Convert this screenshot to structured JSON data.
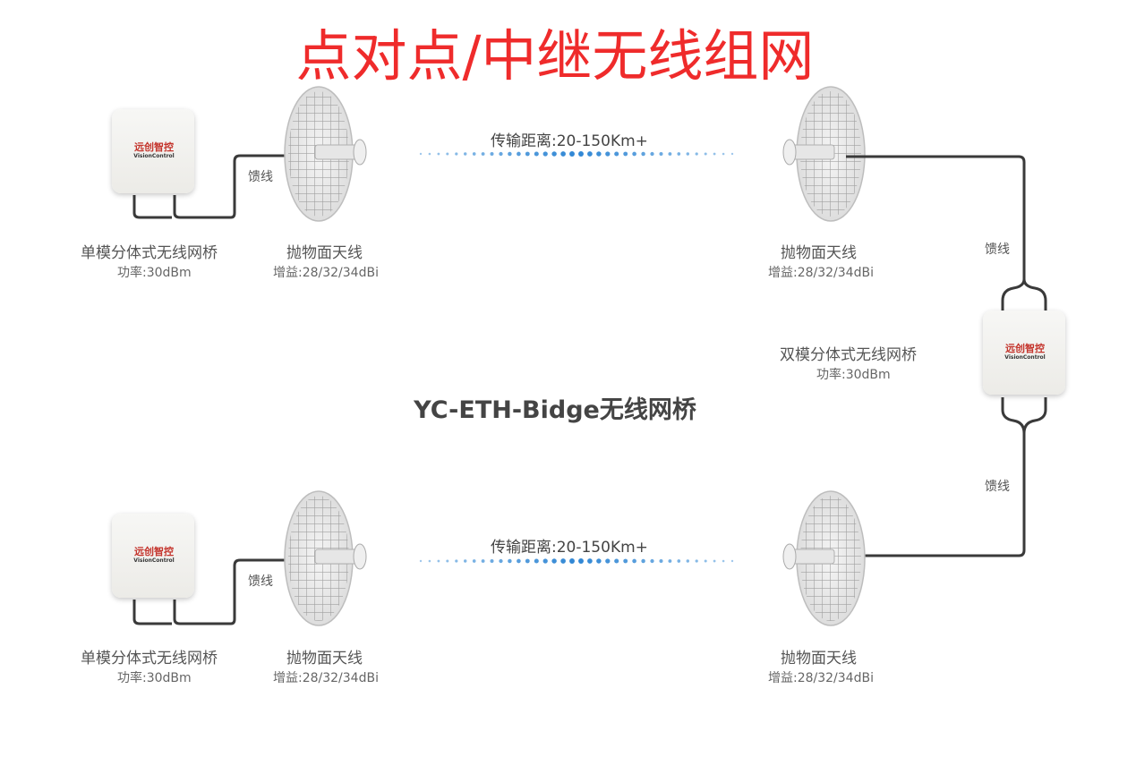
{
  "title": "点对点/中继无线组网",
  "center_label": "YC-ETH-Bidge无线网桥",
  "logo": {
    "cn": "远创智控",
    "en": "VisionControl"
  },
  "feed_label": "馈线",
  "distance_label": "传输距离:20-150Km+",
  "single_bridge": {
    "name": "单模分体式无线网桥",
    "power": "功率:30dBm"
  },
  "dual_bridge": {
    "name": "双模分体式无线网桥",
    "power": "功率:30dBm"
  },
  "antenna": {
    "name": "抛物面天线",
    "gain": "增益:28/32/34dBi"
  },
  "colors": {
    "title": "#ef2b2b",
    "signal": "#2e86d4",
    "cable": "#3a3a3a"
  }
}
